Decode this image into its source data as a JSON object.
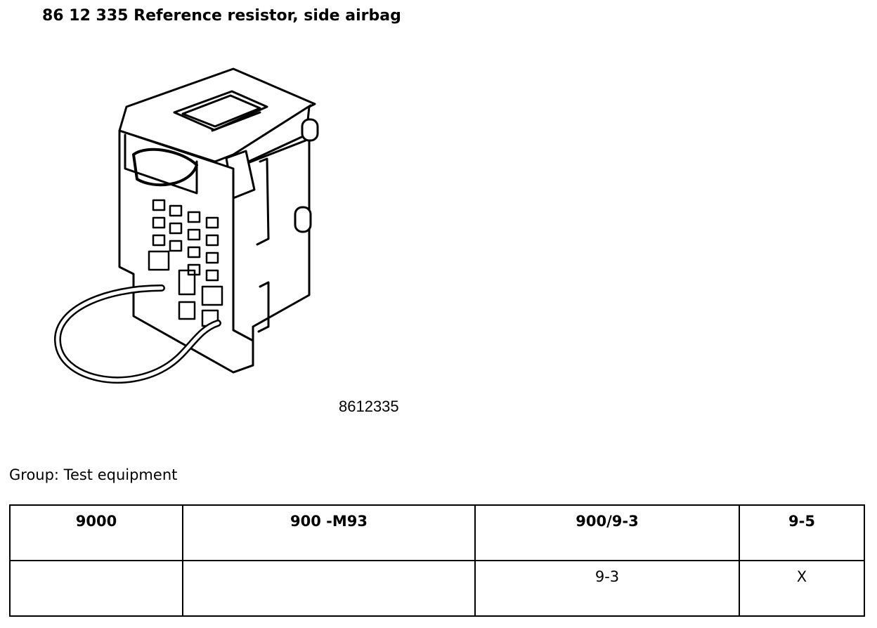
{
  "document": {
    "title": "86 12 335 Reference resistor, side airbag",
    "figure_label": "8612335",
    "group_line": "Group: Test equipment"
  },
  "table": {
    "headers": [
      "9000",
      "900 -M93",
      "900/9-3",
      "9-5"
    ],
    "rows": [
      [
        "",
        "",
        "9-3",
        "X"
      ]
    ]
  }
}
